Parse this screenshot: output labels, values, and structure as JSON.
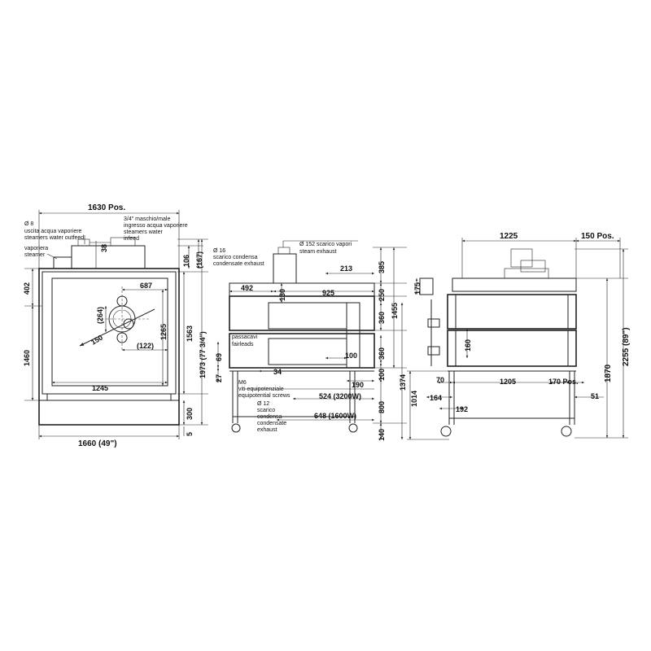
{
  "front_view": {
    "width_top": "1630 Pos.",
    "width_bottom": "1660 (49\")",
    "label_water_outfeed": [
      "Ø 8",
      "uscita acqua vaporiere",
      "steamers water outfeed"
    ],
    "label_water_infeed": [
      "3/4\" maschio/male",
      "ingresso acqua vaporiere",
      "steamers water",
      "infeed"
    ],
    "label_steamer": [
      "vaporiera",
      "steamer"
    ],
    "dim_38": "38",
    "dim_106": "106",
    "dim_167": "(167)",
    "dim_402": "402",
    "dim_1460": "1460",
    "dim_687": "687",
    "dim_264": "(264)",
    "dim_150": "150",
    "dim_122": "(122)",
    "dim_1265": "1265",
    "dim_1563": "1563",
    "dim_1973": "1973 (77 3/4\")",
    "dim_1245": "1245",
    "dim_300": "300",
    "dim_5": "5"
  },
  "side_view": {
    "label_condensate": [
      "Ø 16",
      "scarico condensa",
      "condensate exhaust"
    ],
    "label_steam": [
      "Ø 152 scarico vapori",
      "steam exhaust"
    ],
    "label_fairleads": [
      "passacavi",
      "fairleads"
    ],
    "label_screws": [
      "M6",
      "viti equipotenziale",
      "equipotential screws"
    ],
    "label_condensate2": [
      "Ø 12",
      "scarico",
      "condensa",
      "condensate",
      "exhaust"
    ],
    "dim_213": "213",
    "dim_492": "492",
    "dim_925": "925",
    "dim_130": "130",
    "dim_385": "385",
    "dim_250": "250",
    "dim_360a": "360",
    "dim_1455": "1455",
    "dim_360b": "360",
    "dim_100a": "100",
    "dim_100b": "100",
    "dim_69": "69",
    "dim_27": "27",
    "dim_34": "34",
    "dim_190": "190",
    "dim_524": "524 (3200W)",
    "dim_648": "648 (1600W)",
    "dim_800": "800",
    "dim_140": "140",
    "dim_1374": "1374"
  },
  "back_view": {
    "dim_1225": "1225",
    "dim_150pos": "150 Pos.",
    "dim_175": "175",
    "dim_160": "160",
    "dim_2255": "2255 (89\")",
    "dim_1870": "1870",
    "dim_70": "70",
    "dim_1205": "1205",
    "dim_170pos": "170 Pos.",
    "dim_1014": "1014",
    "dim_164": "164",
    "dim_51": "51",
    "dim_192": "192"
  }
}
